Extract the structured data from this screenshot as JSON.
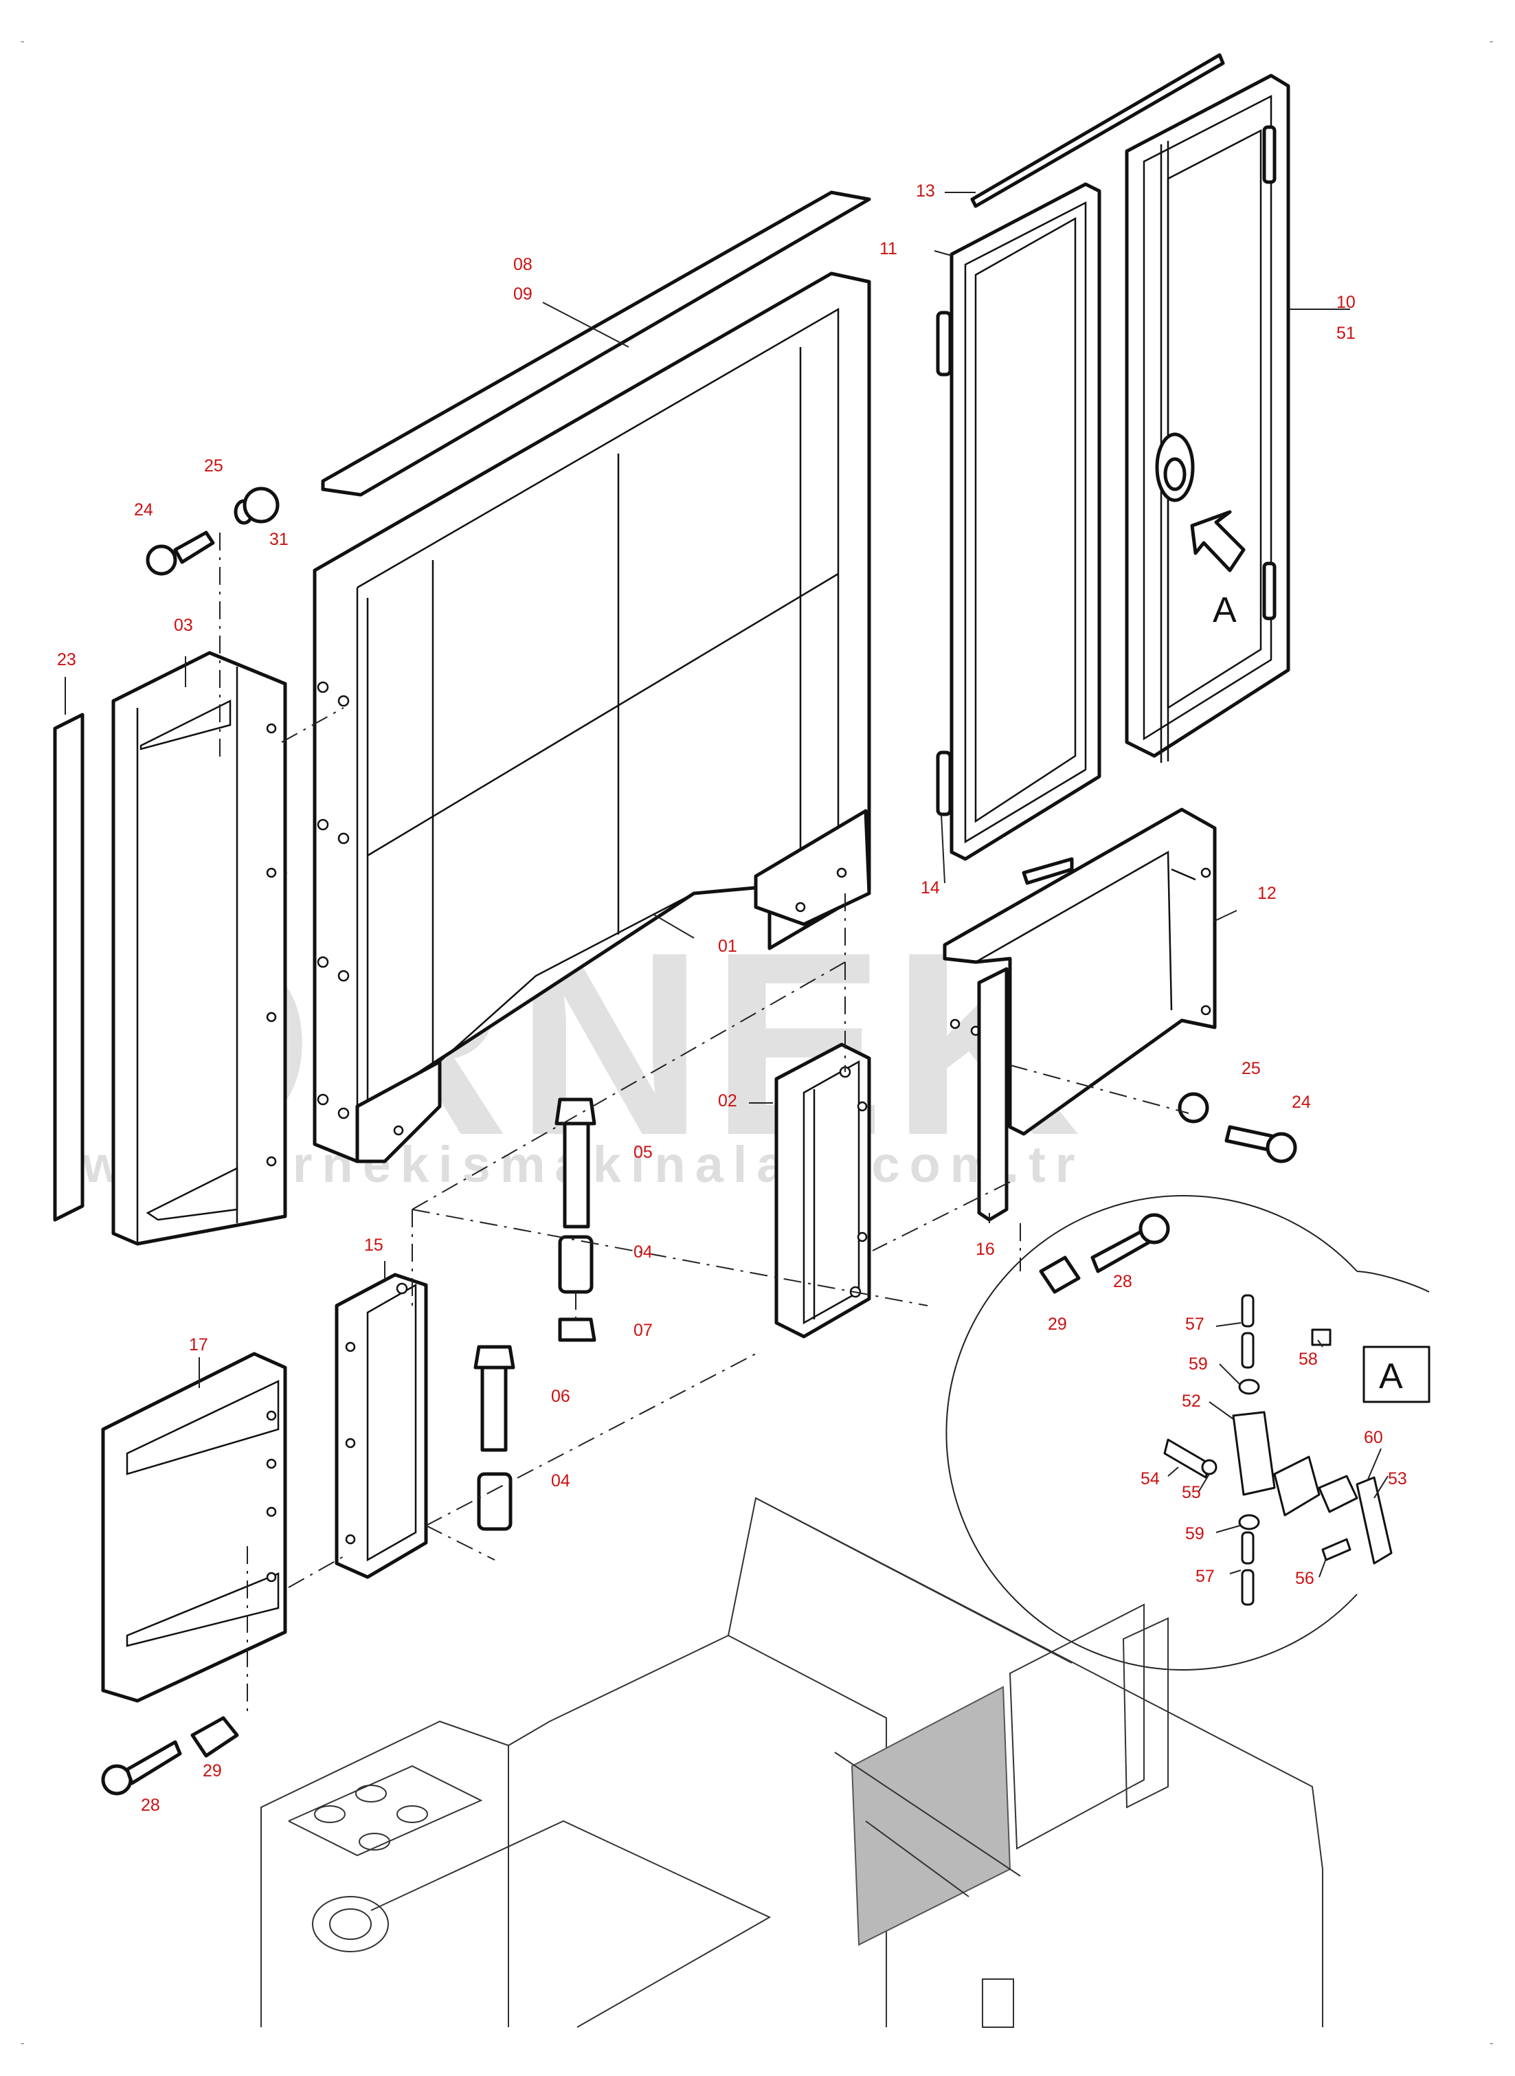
{
  "watermark": {
    "brand": "ÖRNEK",
    "url": "www.ornekismakinalari.com.tr",
    "brand_color": "#c9c9cc",
    "accent_color": "#f3d88a"
  },
  "label_color": "#cc1111",
  "detail": {
    "letter": "A"
  },
  "labels": {
    "p01": "01",
    "p02": "02",
    "p03": "03",
    "p04a": "04",
    "p04b": "04",
    "p05": "05",
    "p06": "06",
    "p07": "07",
    "p08": "08",
    "p09": "09",
    "p10": "10",
    "p11": "11",
    "p12": "12",
    "p13": "13",
    "p14": "14",
    "p15": "15",
    "p16": "16",
    "p17": "17",
    "p23": "23",
    "p24a": "24",
    "p24b": "24",
    "p25a": "25",
    "p25b": "25",
    "p28a": "28",
    "p28b": "28",
    "p29a": "29",
    "p29b": "29",
    "p31": "31",
    "p51": "51",
    "p52": "52",
    "p53": "53",
    "p54": "54",
    "p55": "55",
    "p56": "56",
    "p57a": "57",
    "p57b": "57",
    "p58": "58",
    "p59a": "59",
    "p59b": "59",
    "p60": "60"
  },
  "corner_marks": "-"
}
